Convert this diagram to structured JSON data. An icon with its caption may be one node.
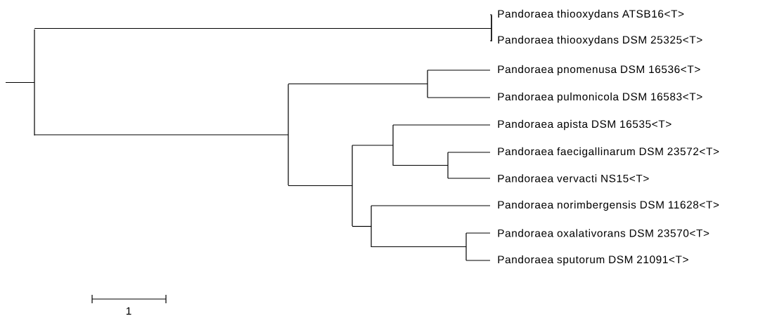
{
  "diagram": {
    "nodes": [
      {
        "text": [],
        "shape": "bar"
      },
      {
        "text": [],
        "shape": "bar"
      },
      {
        "text": [
          "Pandoraea thiooxydans ATSB16<T>"
        ]
      },
      {
        "text": [
          "Pandoraea thiooxydans DSM 25325<T>"
        ]
      },
      {
        "text": [],
        "shape": "bar"
      },
      {
        "text": [],
        "shape": "bar"
      },
      {
        "text": [
          "Pandoraea pnomenusa DSM 16536<T>"
        ]
      },
      {
        "text": [
          "Pandoraea pulmonicola DSM 16583<T>"
        ]
      },
      {
        "text": [],
        "shape": "bar"
      },
      {
        "text": [],
        "shape": "bar"
      },
      {
        "text": [
          "Pandoraea apista DSM 16535<T>"
        ]
      },
      {
        "text": [],
        "shape": "bar"
      },
      {
        "text": [
          "Pandoraea faecigallinarum DSM 23572<T>"
        ]
      },
      {
        "text": [
          "Pandoraea vervacti NS15<T>"
        ]
      },
      {
        "text": [],
        "shape": "bar"
      },
      {
        "text": [
          "Pandoraea norimbergensis DSM 11628<T>"
        ]
      },
      {
        "text": [],
        "shape": "bar"
      },
      {
        "text": [
          "Pandoraea oxalativorans DSM 23570<T>"
        ]
      },
      {
        "text": [
          "Pandoraea sputorum DSM 21091<T>"
        ]
      }
    ],
    "edges": [
      {
        "from": null,
        "to": 0,
        "arrow": "none"
      },
      {
        "from": 0,
        "to": 1,
        "arrow": "none"
      },
      {
        "from": 0,
        "to": 4,
        "arrow": "none"
      },
      {
        "from": 1,
        "to": 2,
        "arrow": "none"
      },
      {
        "from": 1,
        "to": 3,
        "arrow": "none"
      },
      {
        "from": 4,
        "to": 5,
        "arrow": "none"
      },
      {
        "from": 4,
        "to": 8,
        "arrow": "none"
      },
      {
        "from": 5,
        "to": 6,
        "arrow": "none"
      },
      {
        "from": 5,
        "to": 7,
        "arrow": "none"
      },
      {
        "from": 8,
        "to": 9,
        "arrow": "none"
      },
      {
        "from": 8,
        "to": 14,
        "arrow": "none"
      },
      {
        "from": 9,
        "to": 10,
        "arrow": "none"
      },
      {
        "from": 9,
        "to": 11,
        "arrow": "none"
      },
      {
        "from": 11,
        "to": 12,
        "arrow": "none"
      },
      {
        "from": 11,
        "to": 13,
        "arrow": "none"
      },
      {
        "from": 14,
        "to": 15,
        "arrow": "none"
      },
      {
        "from": 14,
        "to": 16,
        "arrow": "none"
      },
      {
        "from": 16,
        "to": 17,
        "arrow": "none"
      },
      {
        "from": 16,
        "to": 18,
        "arrow": "none"
      }
    ],
    "labels": [
      "1"
    ]
  }
}
